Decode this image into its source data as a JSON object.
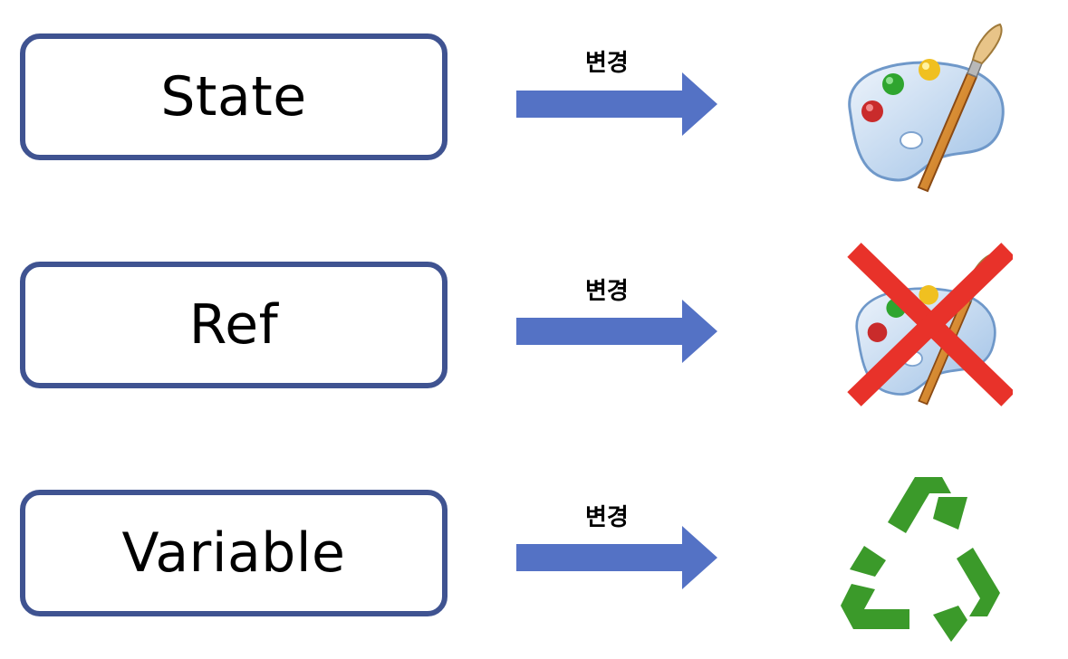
{
  "rows": [
    {
      "box_label": "State",
      "arrow_label": "변경",
      "icon": "paint-palette-icon"
    },
    {
      "box_label": "Ref",
      "arrow_label": "변경",
      "icon": "paint-palette-crossed-icon"
    },
    {
      "box_label": "Variable",
      "arrow_label": "변경",
      "icon": "recycle-icon"
    }
  ],
  "colors": {
    "box_border": "#3f5391",
    "arrow": "#5472c5",
    "cross": "#e8322a",
    "recycle": "#3b9a2a"
  }
}
